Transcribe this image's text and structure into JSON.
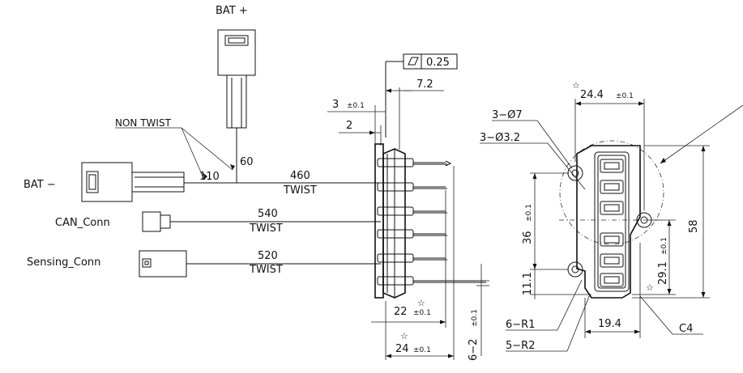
{
  "wires": {
    "bat_plus": "BAT +",
    "bat_minus": "BAT −",
    "can_conn": "CAN_Conn",
    "sensing_conn": "Sensing_Conn",
    "non_twist": "NON TWIST",
    "len_60": "60",
    "len_110": "110",
    "len_460": "460",
    "len_540": "540",
    "len_520": "520",
    "twist_1": "TWIST",
    "twist_2": "TWIST",
    "twist_3": "TWIST"
  },
  "side_view": {
    "flatness_value": "0.25",
    "dim_7_2": "7.2",
    "dim_3": "3",
    "dim_3_tol": "±0.1",
    "dim_2": "2",
    "dim_22": "22",
    "dim_22_tol": "±0.1",
    "dim_24": "24",
    "dim_24_tol": "±0.1",
    "dim_6_2": "6−2",
    "dim_6_2_tol": "±0.1",
    "star": "☆"
  },
  "front_view": {
    "dim_24_4": "24.4",
    "dim_24_4_tol": "±0.1",
    "holes_7": "3−Ø7",
    "holes_3_2": "3−Ø3.2",
    "dim_36": "36",
    "dim_36_tol": "±0.1",
    "dim_11_1": "11.1",
    "dim_29_1": "29.1",
    "dim_29_1_tol": "±0.1",
    "dim_58": "58",
    "dim_19_4": "19.4",
    "r1": "6−R1",
    "r2": "5−R2",
    "c4": "C4",
    "star": "☆"
  }
}
